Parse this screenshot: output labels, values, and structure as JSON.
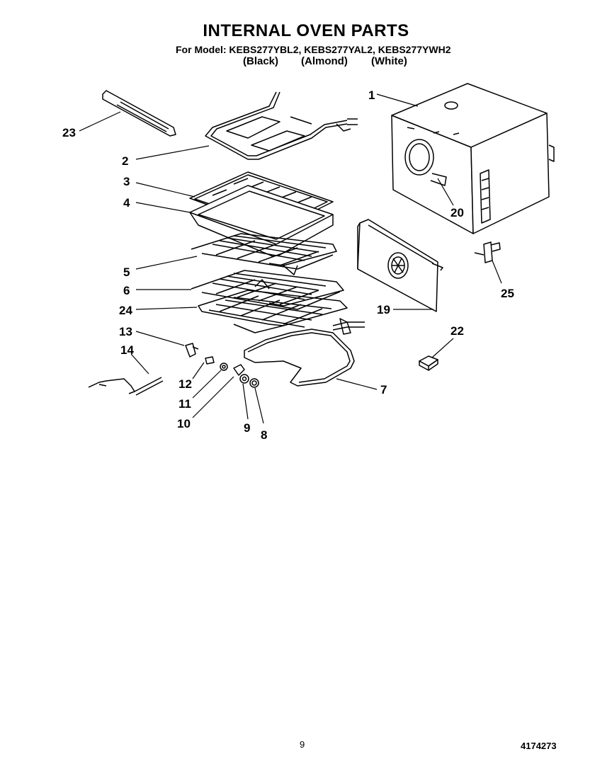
{
  "title": "INTERNAL OVEN PARTS",
  "models_line": "For Model: KEBS277YBL2, KEBS277YAL2, KEBS277YWH2",
  "colors": [
    "(Black)",
    "(Almond)",
    "(White)"
  ],
  "page_number": "9",
  "document_number": "4174273",
  "callouts": {
    "p1": "1",
    "p2": "2",
    "p3": "3",
    "p4": "4",
    "p5": "5",
    "p6": "6",
    "p7": "7",
    "p8": "8",
    "p9": "9",
    "p10": "10",
    "p11": "11",
    "p12": "12",
    "p13": "13",
    "p14": "14",
    "p19": "19",
    "p20": "20",
    "p22": "22",
    "p23": "23",
    "p24": "24",
    "p25": "25"
  }
}
